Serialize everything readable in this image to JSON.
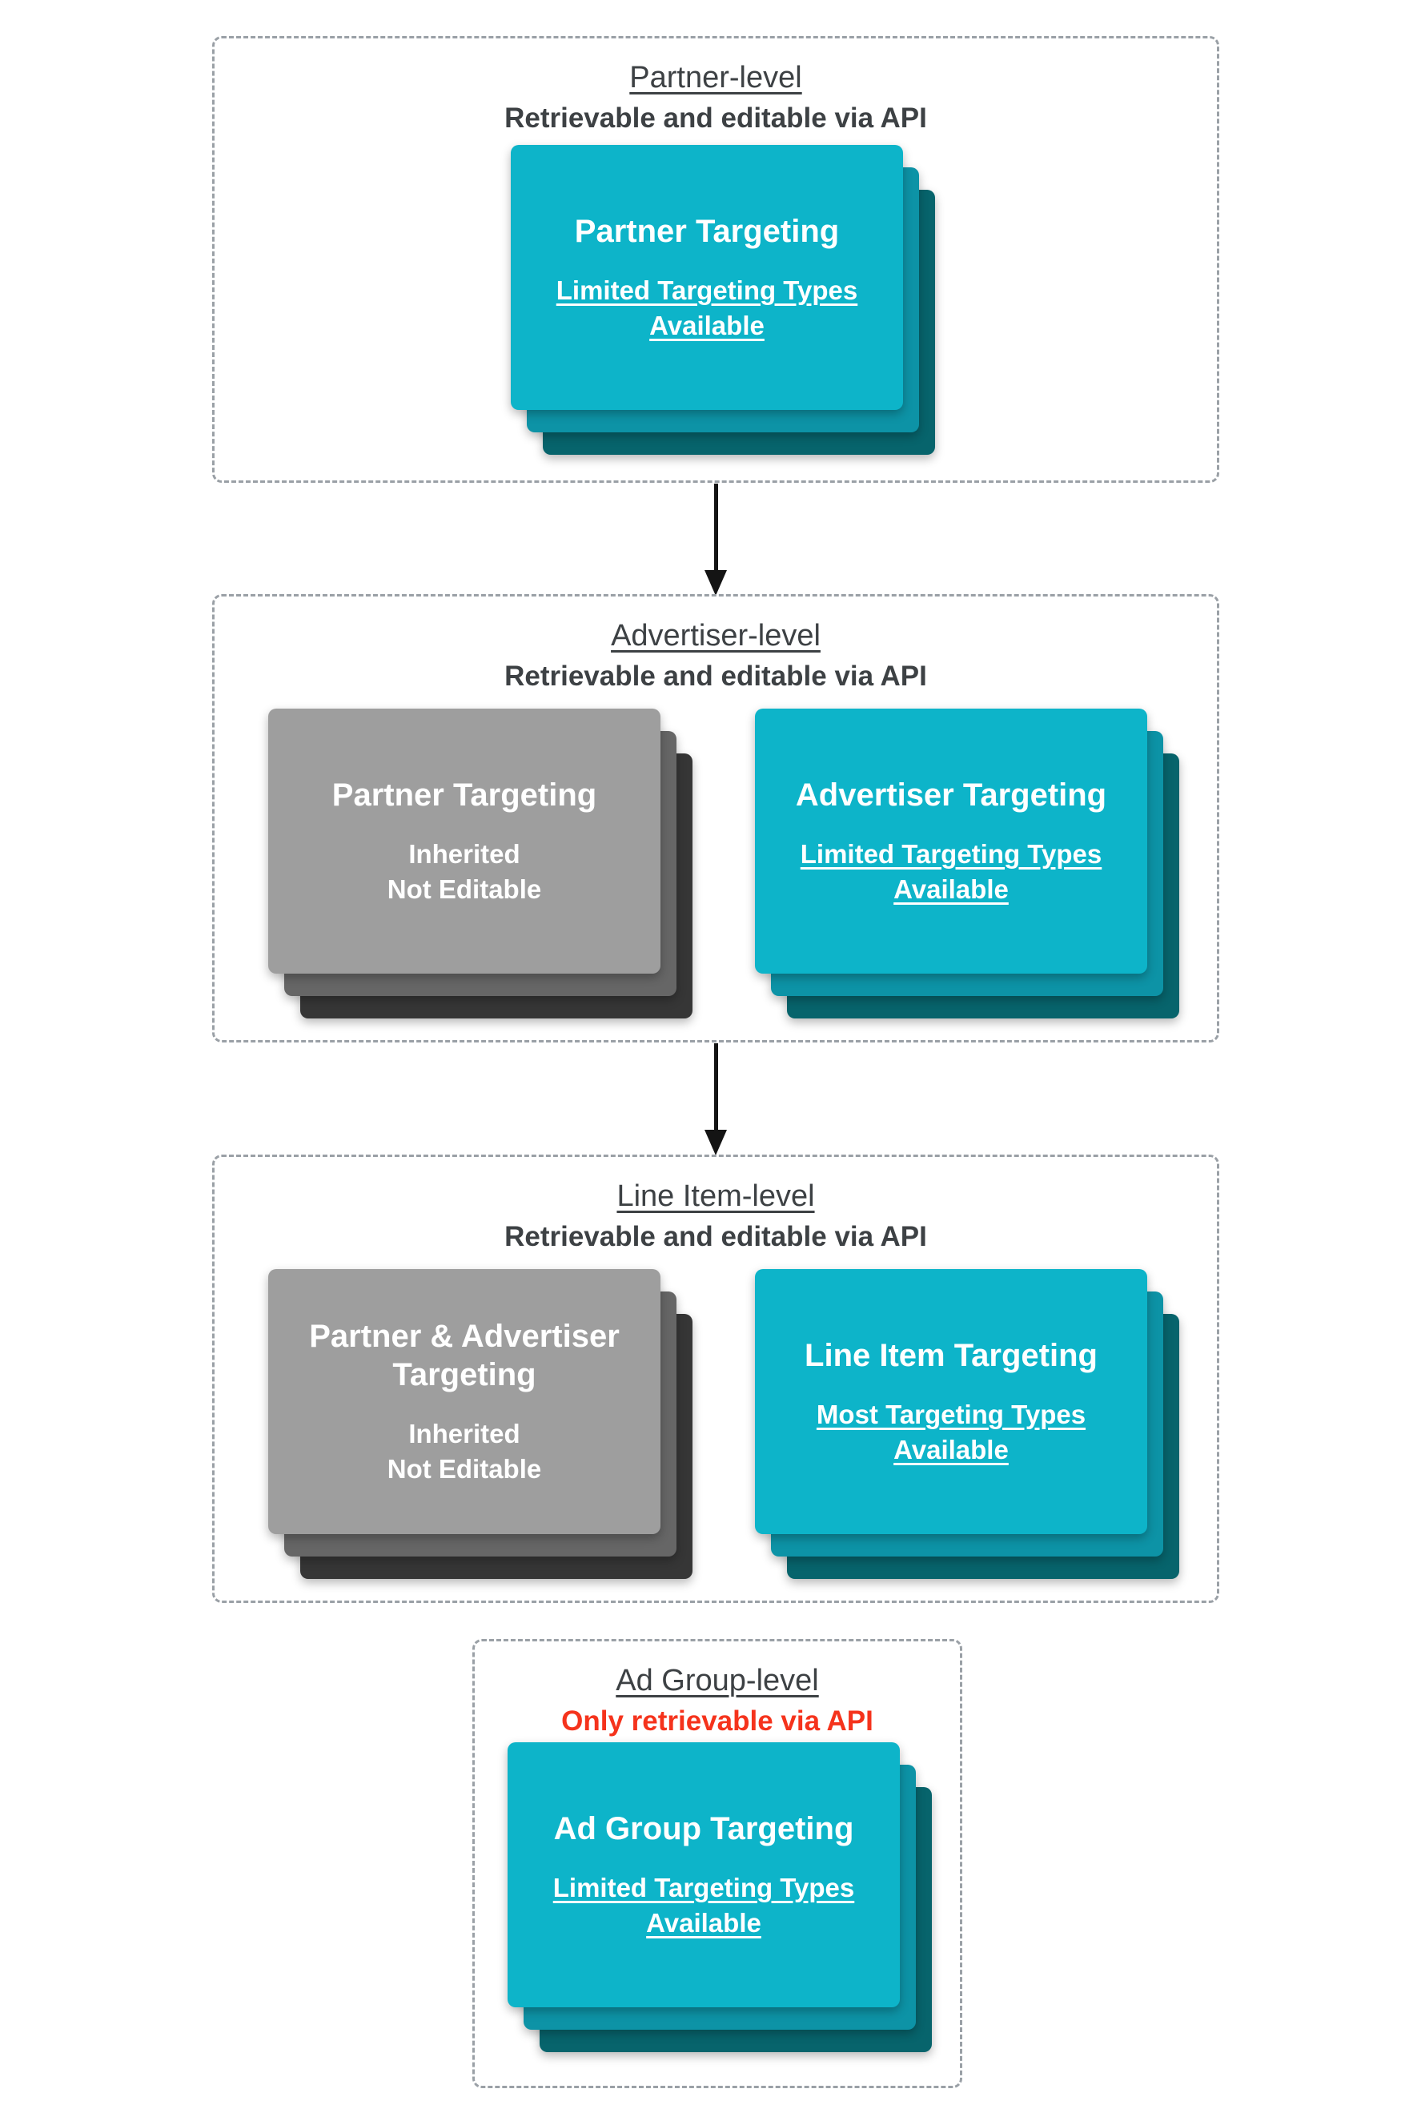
{
  "colors": {
    "teal_front": "#0db4c9",
    "teal_mid": "#0d93a6",
    "teal_back": "#07646c",
    "gray_front": "#9e9e9e",
    "gray_mid": "#666666",
    "gray_back": "#363636",
    "header_text": "#3d4144",
    "alert_red": "#f5331c",
    "dashed_border": "#9aa0a6",
    "arrow": "#141414"
  },
  "sections": [
    {
      "title": "Partner-level",
      "subtitle": "Retrievable and editable via API",
      "cards": [
        {
          "title": "Partner Targeting",
          "body_line1": "Limited Targeting Types",
          "body_line2": "Available"
        }
      ]
    },
    {
      "title": "Advertiser-level",
      "subtitle": "Retrievable and editable via API",
      "cards": [
        {
          "title": "Partner Targeting",
          "body_line1": "Inherited",
          "body_line2": "Not Editable"
        },
        {
          "title": "Advertiser Targeting",
          "body_line1": "Limited Targeting Types",
          "body_line2": "Available"
        }
      ]
    },
    {
      "title": "Line Item-level",
      "subtitle": "Retrievable and editable via API",
      "cards": [
        {
          "title_line1": "Partner & Advertiser",
          "title_line2": "Targeting",
          "body_line1": "Inherited",
          "body_line2": "Not Editable"
        },
        {
          "title": "Line Item Targeting",
          "body_line1": "Most Targeting Types",
          "body_line2": "Available"
        }
      ]
    },
    {
      "title": "Ad Group-level",
      "subtitle": "Only retrievable via API",
      "cards": [
        {
          "title": "Ad Group Targeting",
          "body_line1": "Limited Targeting Types",
          "body_line2": "Available"
        }
      ]
    }
  ]
}
